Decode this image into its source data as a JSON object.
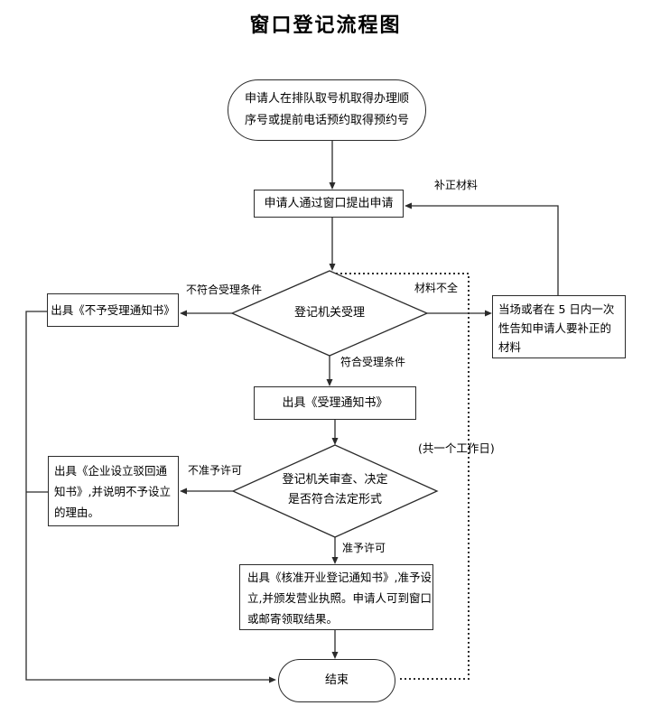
{
  "title": "窗口登记流程图",
  "nodes": {
    "start": {
      "lines": [
        "申请人在排队取号机取得办理顺",
        "序号或提前电话预约取得预约号"
      ]
    },
    "submit": {
      "label": "申请人通过窗口提出申请"
    },
    "accept_decision": {
      "label": "登记机关受理"
    },
    "reject_notice": {
      "label": "出具《不予受理通知书》"
    },
    "supplement_notice": {
      "lines": [
        "当场或者在 5 日内一次",
        "性告知申请人要补正的",
        "材料"
      ]
    },
    "accept_notice": {
      "label": "出具《受理通知书》"
    },
    "review_decision": {
      "lines": [
        "登记机关审查、决定",
        "是否符合法定形式"
      ]
    },
    "rejection_notice": {
      "lines": [
        "出具《企业设立驳回通",
        "知书》,并说明不予设立",
        "的理由。"
      ]
    },
    "approval_notice": {
      "lines": [
        "出具《核准开业登记通知书》,准予设",
        "立,并颁发营业执照。申请人可到窗口",
        "或邮寄领取结果。"
      ]
    },
    "end": {
      "label": "结束"
    }
  },
  "edge_labels": {
    "supplement_materials": "补正材料",
    "not_meet_conditions": "不符合受理条件",
    "materials_incomplete": "材料不全",
    "meet_conditions": "符合受理条件",
    "not_approved": "不准予许可",
    "approved": "准予许可",
    "duration_note": "(共一个工作日)"
  },
  "colors": {
    "line": "#2b2b2b",
    "text": "#000000",
    "background": "#ffffff"
  }
}
